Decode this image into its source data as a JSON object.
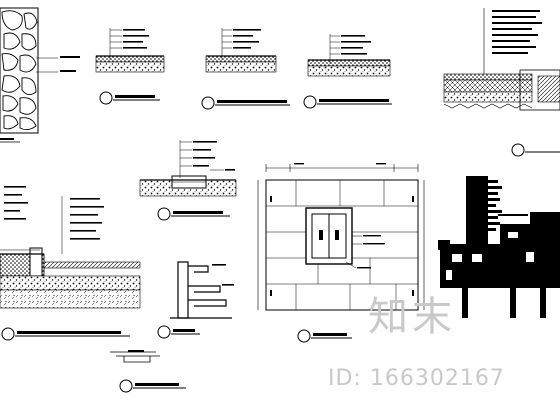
{
  "watermark": {
    "logo_text": "知末",
    "id_text": "ID: 166302167"
  },
  "details": [
    {
      "id": "stone-paving-plan",
      "marker": "",
      "caption": ""
    },
    {
      "id": "section-b",
      "marker": "",
      "caption": ""
    },
    {
      "id": "section-c",
      "marker": "",
      "caption": ""
    },
    {
      "id": "section-d",
      "marker": "",
      "caption": ""
    },
    {
      "id": "section-e",
      "marker": "",
      "caption": ""
    },
    {
      "id": "section-g",
      "marker": "",
      "caption": ""
    },
    {
      "id": "section-k",
      "marker": "",
      "caption": ""
    },
    {
      "id": "section-large-left",
      "marker": "",
      "caption": ""
    },
    {
      "id": "detail-l",
      "marker": "",
      "caption": ""
    },
    {
      "id": "plan-j",
      "marker": "",
      "caption": ""
    },
    {
      "id": "detail-m",
      "marker": "",
      "caption": ""
    },
    {
      "id": "elevation-right",
      "marker": "",
      "caption": ""
    }
  ],
  "colors": {
    "ink": "#000000",
    "paper": "#ffffff",
    "watermark": "#c9c9c9"
  }
}
